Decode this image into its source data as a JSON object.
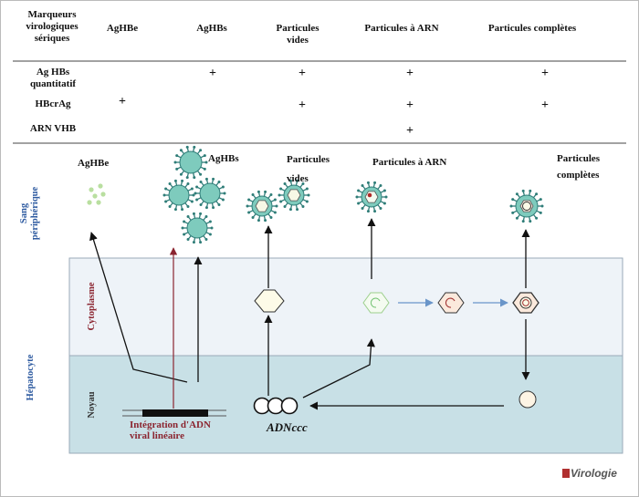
{
  "table": {
    "headers": [
      "Marqueurs virologiques sériques",
      "AgHBe",
      "AgHBs",
      "Particules vides",
      "Particules à ARN",
      "Particules complètes"
    ],
    "rows": [
      {
        "label": "Ag HBs quantitatif",
        "marks": [
          "",
          "+",
          "+",
          "+",
          "+"
        ]
      },
      {
        "label": "HBcrAg",
        "marks": [
          "+",
          "",
          "+",
          "+",
          "+"
        ]
      },
      {
        "label": "ARN VHB",
        "marks": [
          "",
          "",
          "",
          "+",
          ""
        ]
      }
    ]
  },
  "regions": {
    "blood": "Sang périphérique",
    "hepatocyte": "Hépatocyte",
    "cytoplasm": "Cytoplasme",
    "nucleus": "Noyau"
  },
  "labels": {
    "aghbe": "AgHBe",
    "aghbs": "AgHBs",
    "empty_particles": "Particules vides",
    "rna_particles": "Particules à ARN",
    "complete_particles": "Particules complètes",
    "cccdna": "ADNccc",
    "integration": "Intégration d'ADN viral linéaire"
  },
  "logo": "Virologie",
  "colors": {
    "virus_fill": "#7ecbbd",
    "virus_stroke": "#2f7d78",
    "cytoplasm": "#eef3f8",
    "nucleus": "#c8e0e6",
    "arrow_red": "#8b2530",
    "arrow_blue": "#6a95c9",
    "region_label": "#2d5aa0"
  }
}
